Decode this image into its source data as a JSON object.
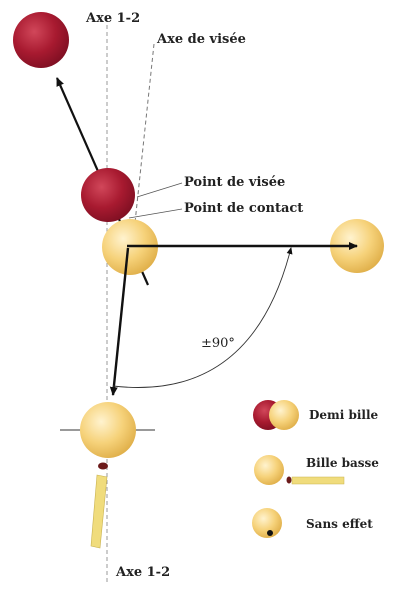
{
  "labels": {
    "axis_top": "Axe 1-2",
    "axis_bottom": "Axe 1-2",
    "sight_axis": "Axe de visée",
    "aim_point": "Point de visée",
    "contact_point": "Point de contact",
    "angle": "±90°"
  },
  "legend": {
    "half_ball": "Demi bille",
    "low_ball": "Bille basse",
    "no_effect": "Sans effet"
  },
  "colors": {
    "red_ball": "#a81a30",
    "cream_ball": "#f6d27a",
    "cue": "#f0dc7c",
    "arrow": "#111111"
  }
}
